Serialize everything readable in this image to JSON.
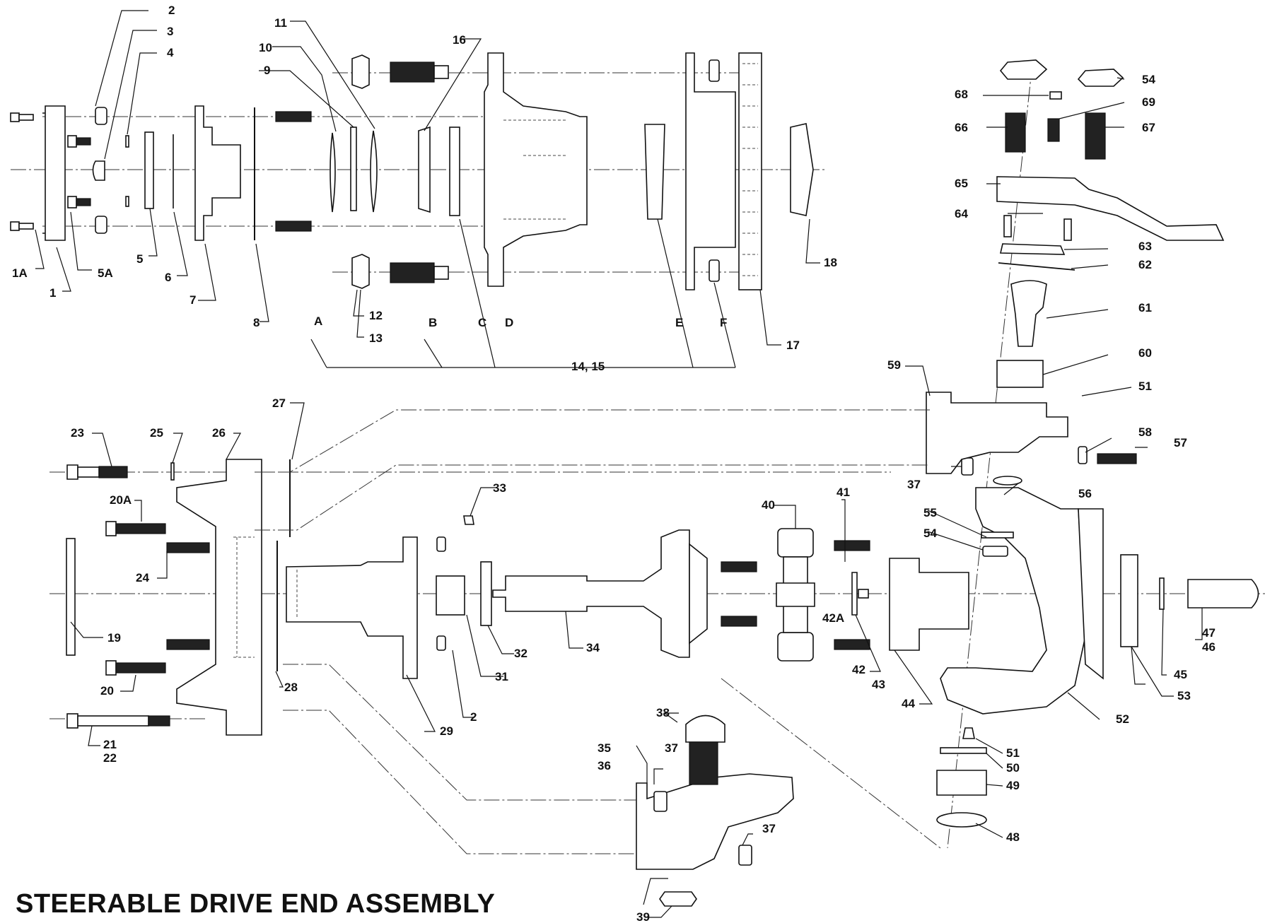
{
  "title": "STEERABLE DRIVE END ASSEMBLY",
  "callouts": {
    "c1": "1",
    "c1A": "1A",
    "c2": "2",
    "c2b": "2",
    "c3": "3",
    "c4": "4",
    "c5": "5",
    "c5A": "5A",
    "c6": "6",
    "c7": "7",
    "c8": "8",
    "c9": "9",
    "c10": "10",
    "c11": "11",
    "c12": "12",
    "c13": "13",
    "c14_15": "14, 15",
    "c16": "16",
    "c17": "17",
    "c18": "18",
    "c19": "19",
    "c20": "20",
    "c20A": "20A",
    "c21": "21",
    "c22": "22",
    "c23": "23",
    "c24": "24",
    "c25": "25",
    "c26": "26",
    "c27": "27",
    "c28": "28",
    "c29": "29",
    "c31": "31",
    "c32": "32",
    "c33": "33",
    "c34": "34",
    "c35": "35",
    "c36": "36",
    "c37a": "37",
    "c37b": "37",
    "c37c": "37",
    "c38": "38",
    "c39": "39",
    "c40": "40",
    "c41": "41",
    "c42": "42",
    "c42A": "42A",
    "c43": "43",
    "c44": "44",
    "c45": "45",
    "c46": "46",
    "c47": "47",
    "c48": "48",
    "c49": "49",
    "c50": "50",
    "c51a": "51",
    "c51b": "51",
    "c52": "52",
    "c53": "53",
    "c54a": "54",
    "c54b": "54",
    "c55": "55",
    "c56": "56",
    "c57": "57",
    "c58": "58",
    "c59": "59",
    "c60": "60",
    "c61": "61",
    "c62": "62",
    "c63": "63",
    "c64": "64",
    "c65": "65",
    "c66": "66",
    "c67": "67",
    "c68": "68",
    "c69": "69",
    "cA": "A",
    "cB": "B",
    "cC": "C",
    "cD": "D",
    "cE": "E",
    "cF": "F"
  }
}
